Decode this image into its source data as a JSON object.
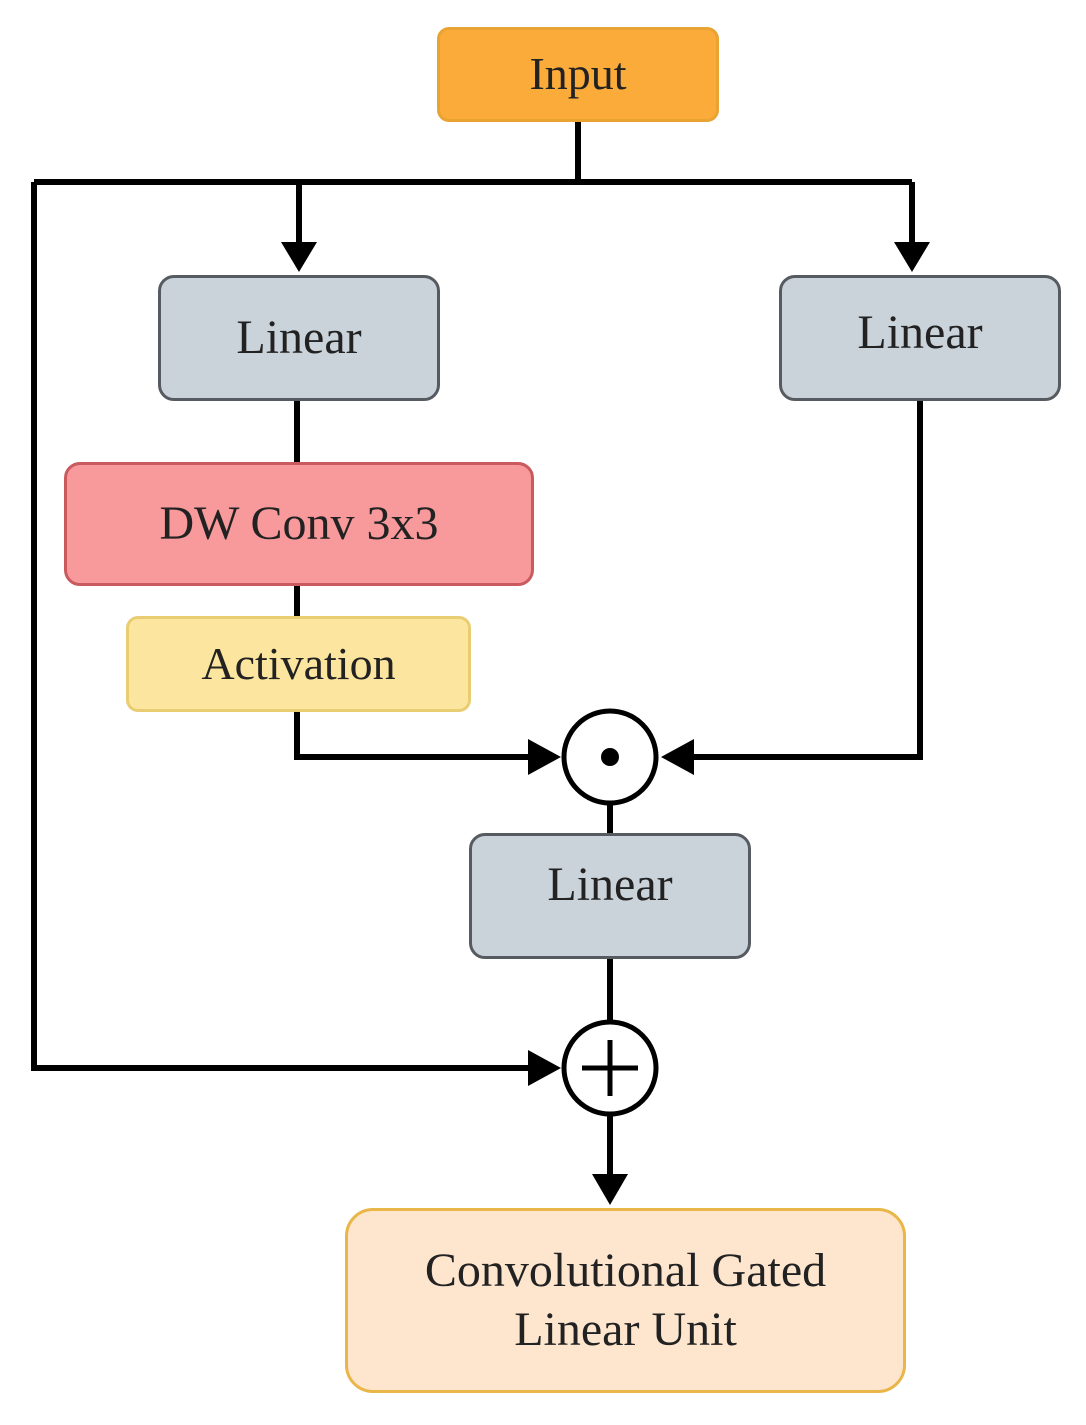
{
  "diagram": {
    "nodes": {
      "input": {
        "label": "Input",
        "fill": "#FBAB3A",
        "stroke": "#E9A332"
      },
      "linear_left": {
        "label": "Linear",
        "fill": "#CBD3DA",
        "stroke": "#555B60"
      },
      "linear_right": {
        "label": "Linear",
        "fill": "#CBD3DA",
        "stroke": "#555B60"
      },
      "dwconv": {
        "label": "DW Conv 3x3",
        "fill": "#F8999B",
        "stroke": "#C95A5E"
      },
      "activation": {
        "label": "Activation",
        "fill": "#FCE59F",
        "stroke": "#E9CD73"
      },
      "linear_bottom": {
        "label": "Linear",
        "fill": "#CBD3DA",
        "stroke": "#555B60"
      },
      "output": {
        "label": "Convolutional Gated\nLinear Unit",
        "fill": "#FDE5CE",
        "stroke": "#E9B64A"
      }
    },
    "operators": {
      "multiply": {
        "symbol": "dot-product-icon",
        "meaning": "element-wise multiply"
      },
      "add": {
        "symbol": "plus-icon",
        "meaning": "add"
      }
    },
    "edge_color": "#000000"
  }
}
